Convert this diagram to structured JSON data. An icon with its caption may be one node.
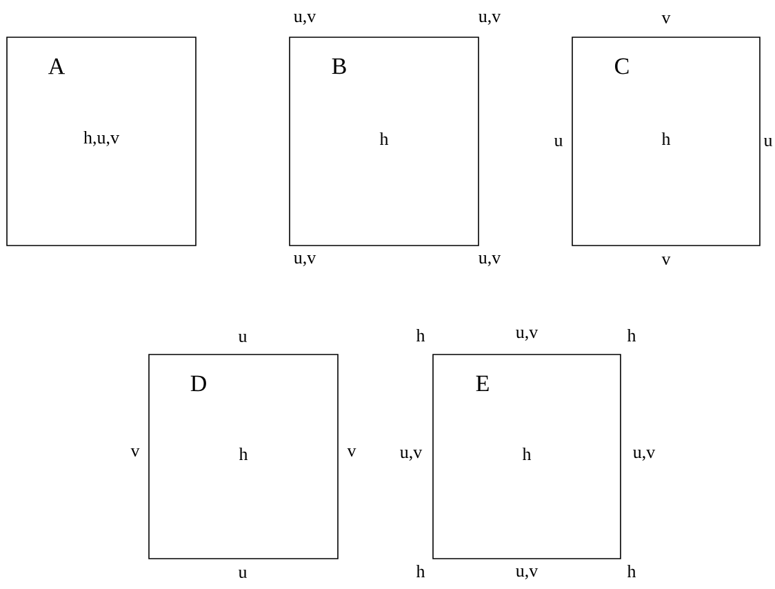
{
  "diagram": {
    "nodes": [
      {
        "text": [
          "A",
          "h,u,v"
        ]
      },
      {
        "text": [
          "B",
          "h"
        ],
        "beside": [
          "u,v",
          "u,v",
          "u,v",
          "u,v"
        ]
      },
      {
        "text": [
          "C",
          "h"
        ],
        "beside": [
          "v",
          "u",
          "u",
          "v"
        ]
      },
      {
        "text": [
          "D",
          "h"
        ],
        "beside": [
          "u",
          "v",
          "v",
          "u"
        ]
      },
      {
        "text": [
          "E",
          "h"
        ],
        "beside": [
          "h",
          "u,v",
          "h",
          "u,v",
          "u,v",
          "h",
          "u,v",
          "h"
        ]
      }
    ]
  }
}
